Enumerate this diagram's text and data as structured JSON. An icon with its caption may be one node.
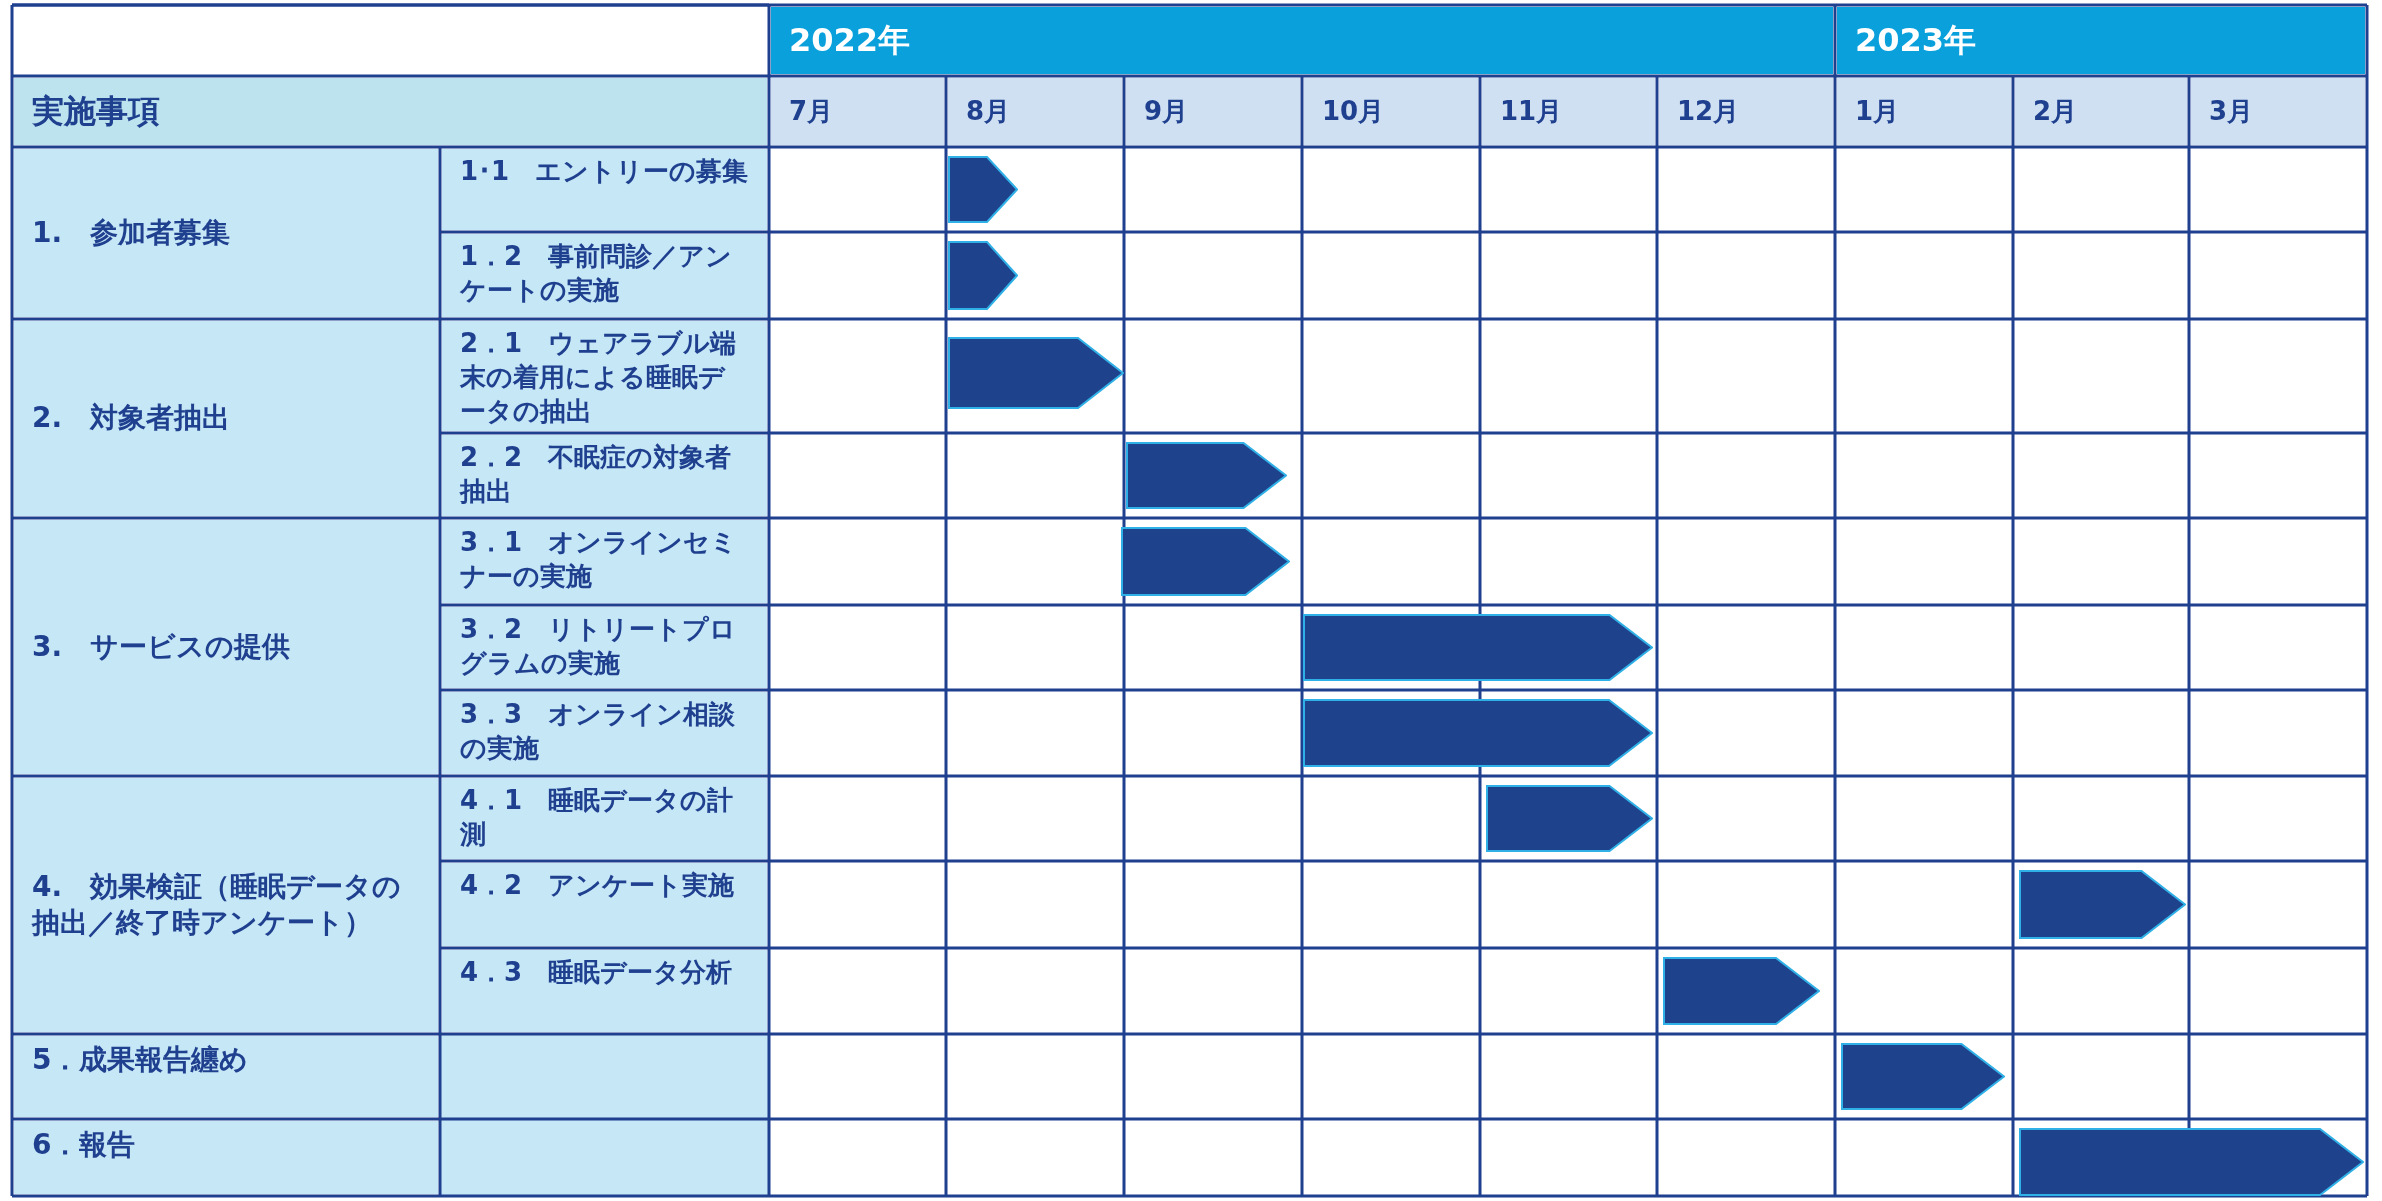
{
  "diagram": {
    "nodes": [
      {
        "text": [],
        "shape": "bar"
      },
      {
        "text": [],
        "shape": "bar"
      },
      {
        "text": [],
        "shape": "bar"
      },
      {
        "text": [],
        "shape": "bar"
      },
      {
        "text": [],
        "shape": "bar"
      },
      {
        "text": [],
        "shape": "bar"
      },
      {
        "text": [],
        "shape": "bar"
      },
      {
        "text": [],
        "shape": "bar"
      },
      {
        "text": [],
        "shape": "bar"
      },
      {
        "text": [],
        "shape": "bar"
      },
      {
        "text": [],
        "shape": "bar"
      },
      {
        "text": [],
        "shape": "bar"
      }
    ],
    "labels": [
      "2022年",
      "2023年",
      "実施事項",
      "7月",
      "8月",
      "9月",
      "10月",
      "11月",
      "12月",
      "1月",
      "2月",
      "3月",
      "1.　参加者募集",
      "1･1　エントリーの募集",
      "1．2　事前問診／アンケートの実施",
      "2.　対象者抽出",
      "2．1　ウェアラブル端末の着用による睡眠データの抽出",
      "2．2　不眠症の対象者抽出",
      "3.　サービスの提供",
      "3．1　オンラインセミナーの実施",
      "3．2　リトリートプログラムの実施",
      "3．3　オンライン相談の実施",
      "4.　効果検証（睡眠データの抽出／終了時アンケート）",
      "4．1　睡眠データの計測",
      "4．2　アンケート実施",
      "4．3　睡眠データ分析",
      "5．成果報告纏め",
      "6．報告"
    ]
  }
}
